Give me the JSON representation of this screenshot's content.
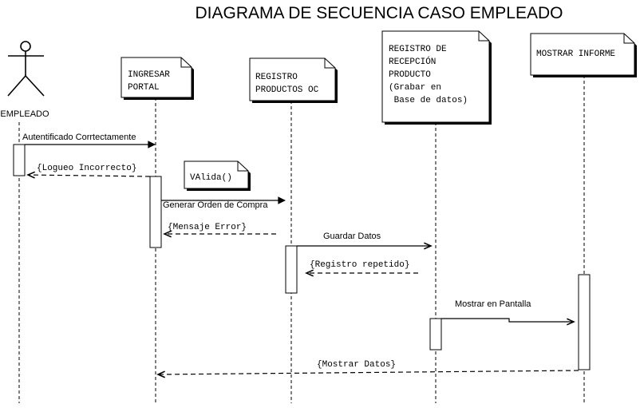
{
  "title": "DIAGRAMA DE SECUENCIA CASO EMPLEADO",
  "actor": {
    "label": "EMPLEADO"
  },
  "objects": [
    {
      "id": "portal",
      "lines": [
        "INGRESAR",
        "PORTAL"
      ]
    },
    {
      "id": "registro_oc",
      "lines": [
        "REGISTRO",
        "PRODUCTOS OC"
      ]
    },
    {
      "id": "recepcion",
      "lines": [
        "REGISTRO DE",
        "RECEPCIÓN",
        "PRODUCTO",
        "(Grabar en",
        " Base de datos)"
      ]
    },
    {
      "id": "informe",
      "lines": [
        "MOSTRAR INFORME"
      ]
    }
  ],
  "note": {
    "label": "VAlida()"
  },
  "messages": [
    {
      "id": "m1",
      "label": "Autentificado Corrtectamente",
      "kind": "call"
    },
    {
      "id": "m2",
      "label": "{Logueo Incorrecto}",
      "kind": "return"
    },
    {
      "id": "m3",
      "label": "Generar Orden de Compra",
      "kind": "call"
    },
    {
      "id": "m4",
      "label": "{Mensaje Error}",
      "kind": "return"
    },
    {
      "id": "m5",
      "label": "Guardar Datos",
      "kind": "call"
    },
    {
      "id": "m6",
      "label": "{Registro repetido}",
      "kind": "return"
    },
    {
      "id": "m7",
      "label": "Mostrar en Pantalla",
      "kind": "call"
    },
    {
      "id": "m8",
      "label": "{Mostrar Datos}",
      "kind": "return"
    }
  ]
}
